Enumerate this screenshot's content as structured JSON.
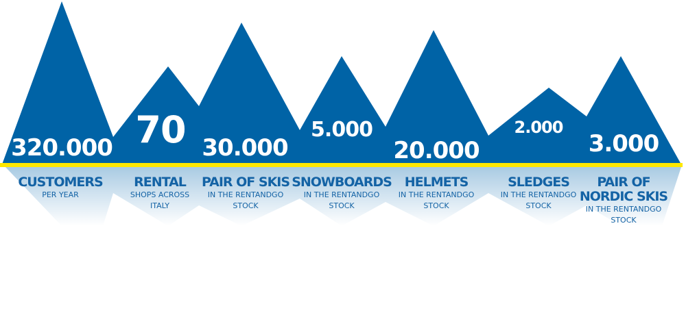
{
  "colors": {
    "mountain": "#0063a6",
    "line": "#ffe800",
    "text": "#1463a5"
  },
  "stats": [
    {
      "value": "320.000",
      "title": "CUSTOMERS",
      "sub": [
        "PER YEAR"
      ]
    },
    {
      "value": "70",
      "title": "RENTAL",
      "sub": [
        "SHOPS ACROSS",
        "ITALY"
      ]
    },
    {
      "value": "30.000",
      "title": "PAIR OF SKIS",
      "sub": [
        "IN THE RENTANDGO",
        "STOCK"
      ]
    },
    {
      "value": "5.000",
      "title": "SNOWBOARDS",
      "sub": [
        "IN THE RENTANDGO",
        "STOCK"
      ]
    },
    {
      "value": "20.000",
      "title": "HELMETS",
      "sub": [
        "IN THE RENTANDGO",
        "STOCK"
      ]
    },
    {
      "value": "2.000",
      "title": "SLEDGES",
      "sub": [
        "IN THE RENTANDGO",
        "STOCK"
      ]
    },
    {
      "value": "3.000",
      "title": "PAIR OF NORDIC SKIS",
      "title_lines": [
        "PAIR OF",
        "NORDIC SKIS"
      ],
      "sub": [
        "IN THE RENTANDGO",
        "STOCK"
      ]
    }
  ]
}
